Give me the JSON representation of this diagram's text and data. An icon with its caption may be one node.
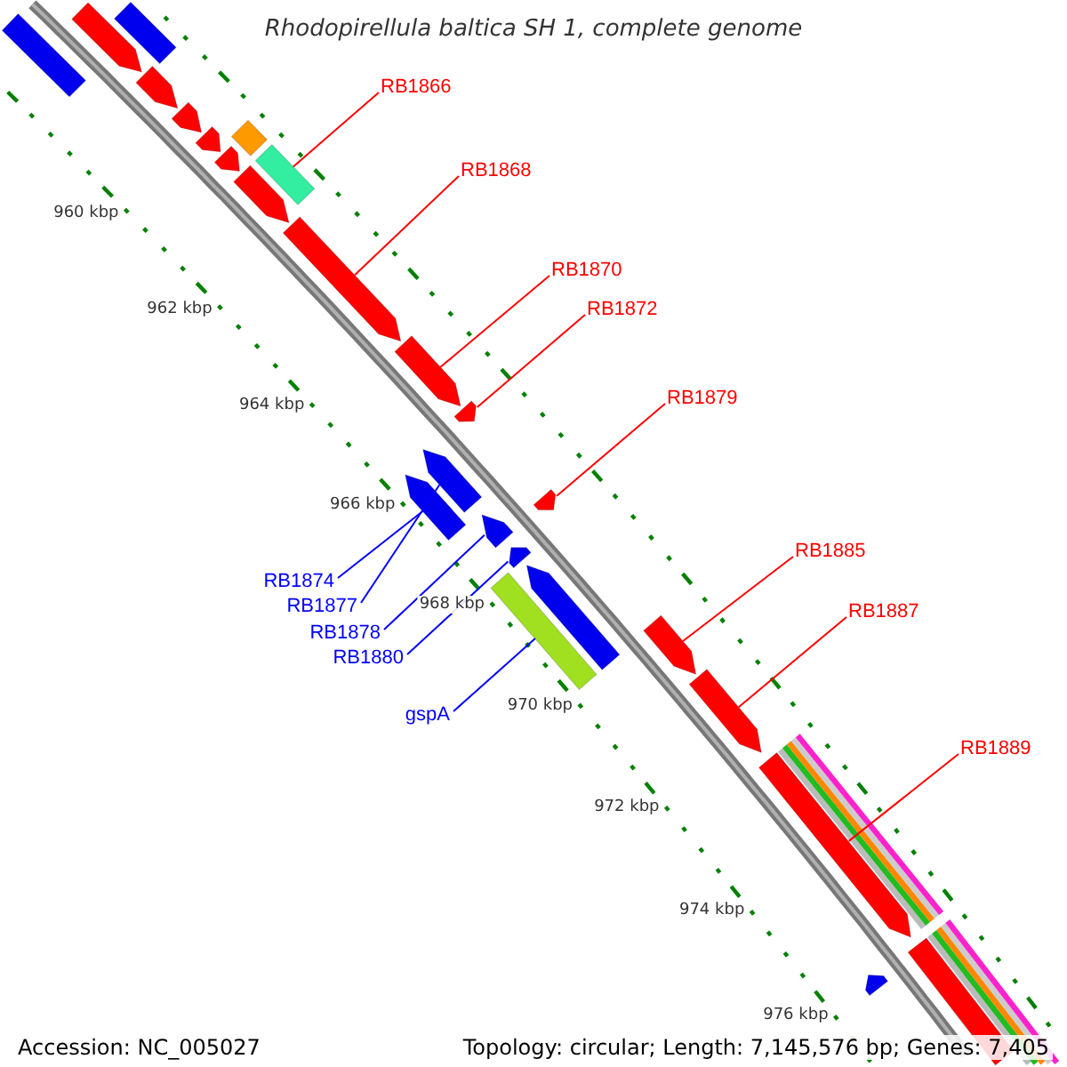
{
  "diagram": {
    "title": "Rhodopirellula baltica SH 1, complete genome",
    "nodes": [
      {
        "text": [
          "RB1866"
        ]
      },
      {
        "text": [
          "RB1868"
        ]
      },
      {
        "text": [
          "RB1870"
        ]
      },
      {
        "text": [
          "RB1872"
        ]
      },
      {
        "text": [
          "RB1879"
        ]
      },
      {
        "text": [
          "RB1885"
        ]
      },
      {
        "text": [
          "RB1874"
        ]
      },
      {
        "text": [
          "RB1877"
        ]
      },
      {
        "text": [
          "RB1887"
        ]
      },
      {
        "text": [
          "RB1878"
        ]
      },
      {
        "text": [
          "RB1880"
        ]
      },
      {
        "text": [
          "gspA"
        ]
      },
      {
        "text": [
          "RB1889"
        ]
      },
      {
        "text": [],
        "shape": "arrow"
      },
      {
        "text": [],
        "shape": "arrow"
      },
      {
        "text": [],
        "shape": "arrow"
      },
      {
        "text": [],
        "shape": "arrow"
      },
      {
        "text": [],
        "shape": "arrow"
      },
      {
        "text": [],
        "shape": "arrow"
      },
      {
        "text": [],
        "shape": "bar"
      },
      {
        "text": [],
        "shape": "arrow"
      },
      {
        "text": [],
        "shape": "bar"
      },
      {
        "text": [],
        "shape": "arrow"
      },
      {
        "text": [],
        "shape": "arrow"
      },
      {
        "text": [],
        "shape": "arrow"
      },
      {
        "text": [],
        "shape": "arrow"
      },
      {
        "text": [],
        "shape": "arrow"
      },
      {
        "text": [],
        "shape": "arrow"
      },
      {
        "text": [],
        "shape": "arrow"
      },
      {
        "text": [],
        "shape": "arrow"
      },
      {
        "text": [],
        "shape": "arrow"
      },
      {
        "text": [],
        "shape": "bar"
      },
      {
        "text": [],
        "shape": "arrow"
      },
      {
        "text": [],
        "shape": "arrow"
      },
      {
        "text": [],
        "shape": "arrow"
      },
      {
        "text": [],
        "shape": "arrow"
      },
      {
        "text": [],
        "shape": "arrow"
      },
      {
        "text": [],
        "shape": "arrow"
      }
    ],
    "edges": [
      {
        "from": 0,
        "to": 21,
        "arrow": "none"
      },
      {
        "from": 1,
        "to": 23,
        "arrow": "none"
      },
      {
        "from": 2,
        "to": 24,
        "arrow": "none"
      },
      {
        "from": 3,
        "to": 25,
        "arrow": "none"
      },
      {
        "from": 4,
        "to": 29,
        "arrow": "none"
      },
      {
        "from": 5,
        "to": 33,
        "arrow": "none"
      },
      {
        "from": 6,
        "to": 27,
        "arrow": "none",
        "color": "#0000ff"
      },
      {
        "from": 7,
        "to": 26,
        "arrow": "none",
        "color": "#0000ff"
      },
      {
        "from": 8,
        "to": 34,
        "arrow": "none"
      },
      {
        "from": 9,
        "to": 28,
        "arrow": "none",
        "color": "#0000ff"
      },
      {
        "from": 10,
        "to": 30,
        "arrow": "none",
        "color": "#0000ff"
      },
      {
        "from": 11,
        "to": 31,
        "arrow": "none",
        "color": "#0000ff"
      },
      {
        "from": 12,
        "to": 35,
        "arrow": "none"
      }
    ],
    "labels": [
      "960 kbp",
      "962 kbp",
      "964 kbp",
      "966 kbp",
      "968 kbp",
      "970 kbp",
      "972 kbp",
      "974 kbp",
      "976 kbp",
      "Accession: NC_005027",
      "Topology: circular; Length: 7,145,576 bp; Genes: 7,405"
    ]
  }
}
